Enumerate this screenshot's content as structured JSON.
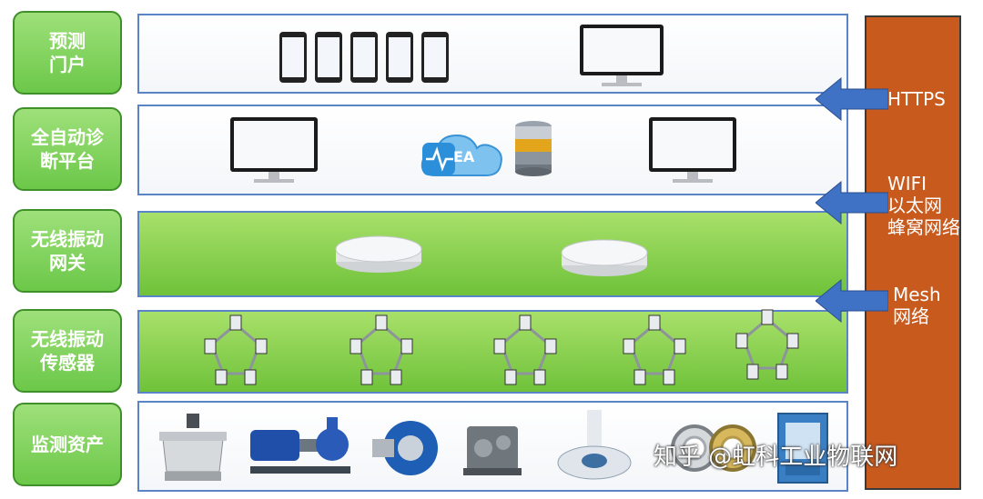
{
  "layers": [
    {
      "label": "预测\n门户"
    },
    {
      "label": "全自动诊\n断平台"
    },
    {
      "label": "无线振动\n网关"
    },
    {
      "label": "无线振动\n传感器"
    },
    {
      "label": "监测资产"
    }
  ],
  "bus": {
    "https": "HTTPS",
    "wifi": "WIFI\n以太网\n蜂窝网络",
    "mesh": "Mesh\n网络"
  },
  "cloud_badge": "EA",
  "watermark": "知乎 @虹科工业物联网",
  "colors": {
    "label_green": "#6cc849",
    "band_border": "#5b84c8",
    "bus_orange": "#c85a1e",
    "arrow_blue": "#3f72c4"
  }
}
